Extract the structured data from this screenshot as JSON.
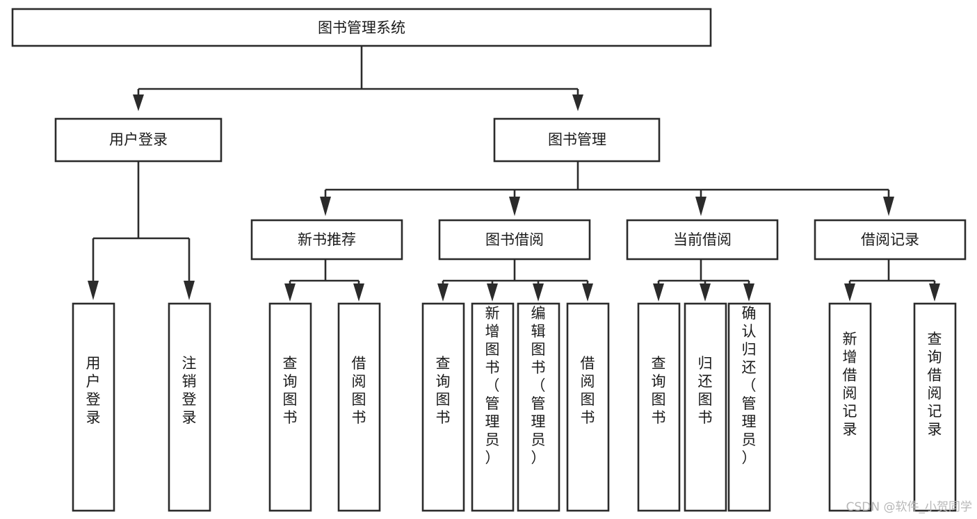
{
  "diagram": {
    "type": "hierarchy-tree",
    "title": "图书管理系统",
    "orientation": "top-down",
    "colors": {
      "background": "#ffffff",
      "stroke": "#2b2b2b",
      "fill": "#ffffff",
      "text": "#1a1a1a",
      "watermark": "#b8b8b8"
    },
    "levels": {
      "root": {
        "label": "图书管理系统"
      },
      "level2": [
        {
          "label": "用户登录"
        },
        {
          "label": "图书管理"
        }
      ],
      "level3": [
        {
          "label": "新书推荐"
        },
        {
          "label": "图书借阅"
        },
        {
          "label": "当前借阅"
        },
        {
          "label": "借阅记录"
        }
      ],
      "leaves": {
        "user_login": [
          {
            "label": "用户登录"
          },
          {
            "label": "注销登录"
          }
        ],
        "new_book_recommend": [
          {
            "label": "查询图书"
          },
          {
            "label": "借阅图书"
          }
        ],
        "book_borrow": [
          {
            "label": "查询图书"
          },
          {
            "label": "新增图书（管理员）"
          },
          {
            "label": "编辑图书（管理员）"
          },
          {
            "label": "借阅图书"
          }
        ],
        "current_borrow": [
          {
            "label": "查询图书"
          },
          {
            "label": "归还图书"
          },
          {
            "label": "确认归还（管理员）"
          }
        ],
        "borrow_record": [
          {
            "label": "新增借阅记录"
          },
          {
            "label": "查询借阅记录"
          }
        ]
      }
    }
  },
  "watermark": {
    "text": "CSDN @软件_小贺同学"
  }
}
